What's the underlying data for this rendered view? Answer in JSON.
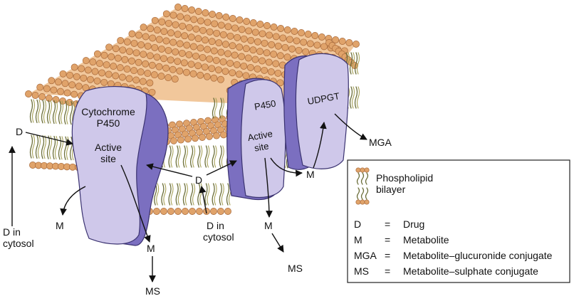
{
  "labels": {
    "cyt_line1": "Cytochrome",
    "cyt_line2": "P450",
    "active1_line1": "Active",
    "active1_line2": "site",
    "p450_right": "P450",
    "active2_line1": "Active",
    "active2_line2": "site",
    "udpgt": "UDPGT",
    "d_left": "D",
    "d_center": "D",
    "d_in_cytosol_left_1": "D in",
    "d_in_cytosol_left_2": "cytosol",
    "d_in_cytosol_center_1": "D in",
    "d_in_cytosol_center_2": "cytosol",
    "m_left": "M",
    "m_center": "M",
    "m_right": "M",
    "m_right2": "M",
    "ms_center": "MS",
    "ms_right": "MS",
    "mga": "MGA"
  },
  "legend": {
    "phospholipid_1": "Phospholipid",
    "phospholipid_2": "bilayer",
    "rows": [
      {
        "key": "D",
        "eq": "=",
        "value": "Drug"
      },
      {
        "key": "M",
        "eq": "=",
        "value": "Metabolite"
      },
      {
        "key": "MGA",
        "eq": "=",
        "value": "Metabolite–glucuronide conjugate"
      },
      {
        "key": "MS",
        "eq": "=",
        "value": "Metabolite–sulphate conjugate"
      }
    ]
  },
  "colors": {
    "lipid_head": "#e0a36a",
    "enzyme_face": "#cfc8ea",
    "enzyme_side": "#7b6fc0"
  }
}
